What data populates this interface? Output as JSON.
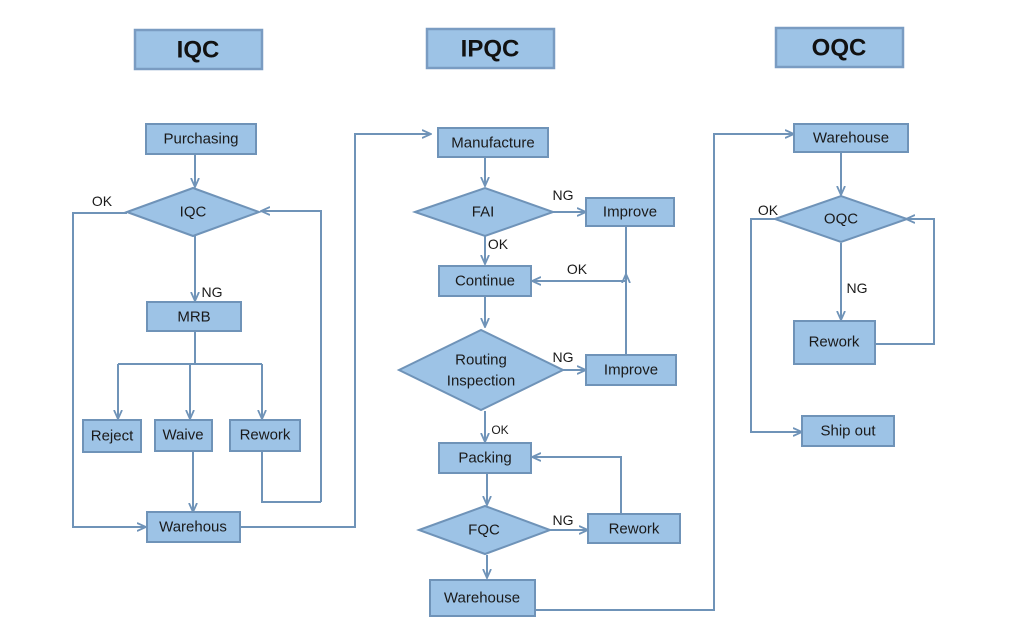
{
  "titles": {
    "iqc": "IQC",
    "ipqc": "IPQC",
    "oqc": "OQC"
  },
  "iqc": {
    "purchasing": "Purchasing",
    "decision": "IQC",
    "mrb": "MRB",
    "reject": "Reject",
    "waive": "Waive",
    "rework": "Rework",
    "warehouse": "Warehous",
    "ok": "OK",
    "ng": "NG"
  },
  "ipqc": {
    "manufacture": "Manufacture",
    "fai": "FAI",
    "improve1": "Improve",
    "continue": "Continue",
    "routing_line1": "Routing",
    "routing_line2": "Inspection",
    "improve2": "Improve",
    "packing": "Packing",
    "fqc": "FQC",
    "rework": "Rework",
    "warehouse": "Warehouse",
    "ng_fai": "NG",
    "ok_fai": "OK",
    "ok_improve": "OK",
    "ng_routing": "NG",
    "ok_routing": "OK",
    "ng_fqc": "NG"
  },
  "oqc": {
    "warehouse": "Warehouse",
    "decision": "OQC",
    "rework": "Rework",
    "ship_out": "Ship out",
    "ok": "OK",
    "ng": "NG"
  }
}
